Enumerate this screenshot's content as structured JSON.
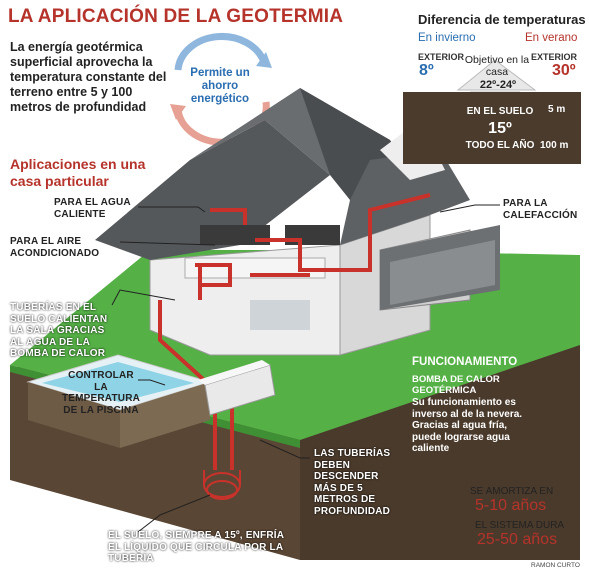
{
  "title": "LA APLICACIÓN DE LA GEOTERMIA",
  "intro": "La energía geotérmica superficial aprovecha la temperatura constante del terreno entre 5 y 100 metros de profundidad",
  "cycle_text": "Permite un ahorro energético",
  "applications_title": "Aplicaciones en una casa particular",
  "temperature_difference": {
    "title": "Diferencia de temperaturas",
    "winter_label": "En invierno",
    "summer_label": "En verano",
    "exterior_label_winter": "EXTERIOR",
    "exterior_label_summer": "EXTERIOR",
    "winter_temp": "8º",
    "summer_temp": "30º",
    "objective_label": "Objetivo en la casa",
    "objective_temp": "22º-24º",
    "ground_label": "EN EL SUELO",
    "ground_temp": "15º",
    "ground_all_year": "TODO EL AÑO",
    "depth_min": "5 m",
    "depth_max": "100 m"
  },
  "labels": {
    "hot_water": "PARA EL AGUA CALIENTE",
    "air_conditioning": "PARA EL AIRE ACONDICIONADO",
    "heating": "PARA LA CALEFACCIÓN",
    "floor_pipes": "TUBERÍAS EN EL SUELO CALIENTAN LA SALA GRACIAS AL AGUA DE LA BOMBA DE CALOR",
    "pool": "CONTROLAR LA TEMPERATURA DE LA PISCINA",
    "pipes_depth": "LAS TUBERÍAS DEBEN DESCENDER MÁS DE 5 METROS DE PROFUNDIDAD",
    "ground_cools": "EL SUELO, SIEMPRE A 15º, ENFRÍA EL LÍQUIDO QUE CIRCULA POR LA TUBERÍA"
  },
  "operation": {
    "title": "FUNCIONAMIENTO",
    "subtitle": "BOMBA DE CALOR GEOTÉRMICA",
    "body": "Su funcionamiento es inverso al de la nevera. Gracias al agua fría, puede lograrse agua caliente"
  },
  "amortization": {
    "label": "SE AMORTIZA EN",
    "value": "5-10 años"
  },
  "lifespan": {
    "label": "EL SISTEMA DURA",
    "value": "25-50 años"
  },
  "credit": "RAMON CURTO",
  "colors": {
    "accent_red": "#b5332b",
    "accent_blue": "#2a6db0",
    "grass": "#55b046",
    "soil": "#4a3b2c",
    "pipe": "#c8322a"
  }
}
